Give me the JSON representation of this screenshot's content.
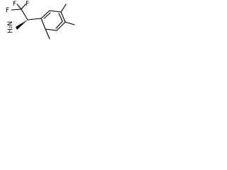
{
  "molecule": {
    "atom_labels": {
      "f_top_left": "F",
      "f_top_right": "F",
      "f_left": "F",
      "amine": "H₂N"
    },
    "stereo_bond": "wedge",
    "methyl_substituents": 3
  }
}
